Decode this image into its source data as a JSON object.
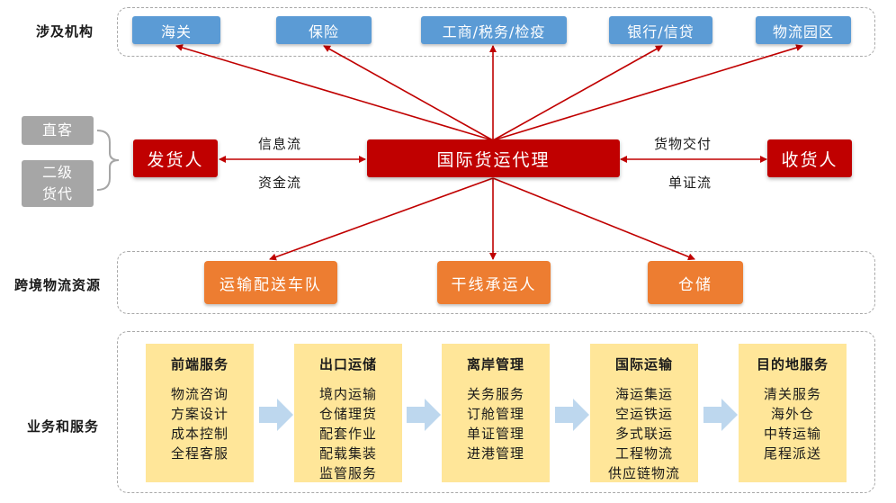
{
  "rows": {
    "institutions": "涉及机构",
    "resources": "跨境物流资源",
    "services": "业务和服务"
  },
  "institutions": [
    "海关",
    "保险",
    "工商/税务/检疫",
    "银行/信贷",
    "物流园区"
  ],
  "shipper_types": [
    {
      "lines": [
        "直客"
      ]
    },
    {
      "lines": [
        "二级",
        "货代"
      ]
    }
  ],
  "shipper": "发货人",
  "forwarder": "国际货运代理",
  "consignee": "收货人",
  "flows": {
    "info": "信息流",
    "capital": "资金流",
    "goods": "货物交付",
    "documents": "单证流"
  },
  "resources": [
    "运输配送车队",
    "干线承运人",
    "仓储"
  ],
  "services": [
    {
      "title": "前端服务",
      "items": [
        "物流咨询",
        "方案设计",
        "成本控制",
        "全程客服"
      ]
    },
    {
      "title": "出口运储",
      "items": [
        "境内运输",
        "仓储理货",
        "配套作业",
        "配载集装",
        "监管服务"
      ]
    },
    {
      "title": "离岸管理",
      "items": [
        "关务服务",
        "订舱管理",
        "单证管理",
        "进港管理"
      ]
    },
    {
      "title": "国际运输",
      "items": [
        "海运集运",
        "空运铁运",
        "多式联运",
        "工程物流",
        "供应链物流"
      ]
    },
    {
      "title": "目的地服务",
      "items": [
        "清关服务",
        "海外仓",
        "中转运输",
        "尾程派送"
      ]
    }
  ],
  "colors": {
    "institution": "#5b9bd5",
    "party": "#c00000",
    "resource": "#ed7d31",
    "service_card": "#ffe699",
    "arrow_block": "#bdd7ee",
    "gray": "#a6a6a6"
  }
}
